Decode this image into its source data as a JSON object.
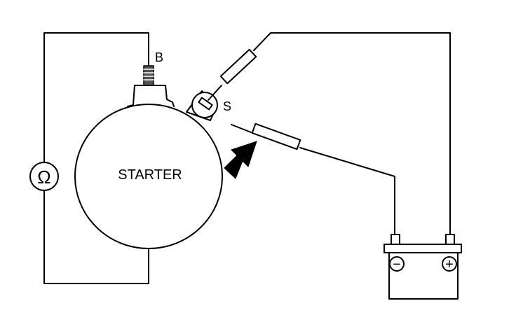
{
  "diagram": {
    "starter_label": "STARTER",
    "terminal_b_label": "B",
    "terminal_s_label": "S",
    "ohmmeter_symbol": "Ω",
    "battery_negative_symbol": "−",
    "battery_positive_symbol": "+",
    "icons": [
      "ohmmeter-icon",
      "battery-icon",
      "arrow-icon",
      "probe-icon"
    ],
    "colors": {
      "line": "#000000",
      "background": "#ffffff"
    }
  }
}
